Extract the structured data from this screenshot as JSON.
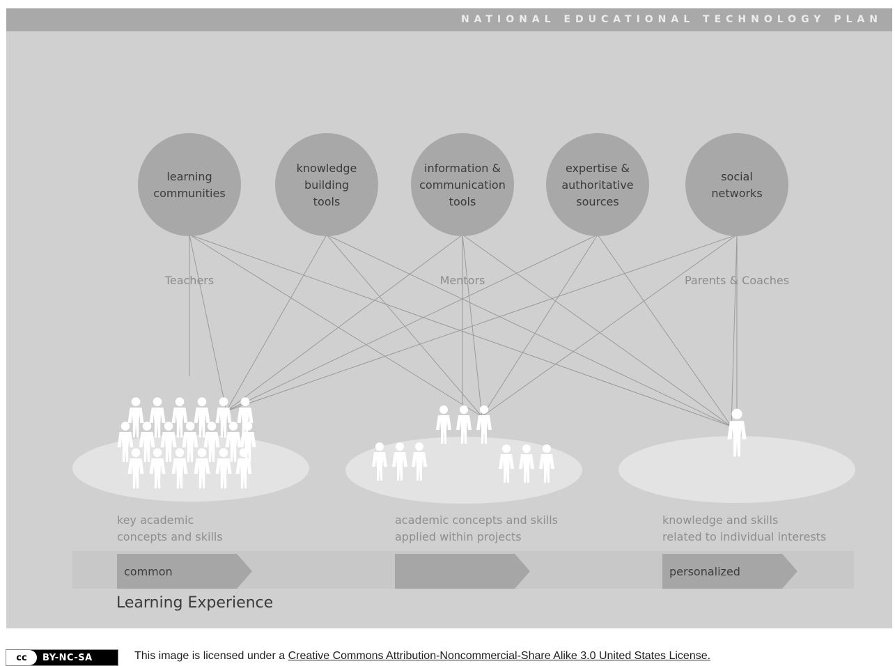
{
  "header": {
    "title": "NATIONAL EDUCATIONAL TECHNOLOGY PLAN"
  },
  "resources": [
    {
      "lines": [
        "learning",
        "communities"
      ]
    },
    {
      "lines": [
        "knowledge",
        "building",
        "tools"
      ]
    },
    {
      "lines": [
        "information &",
        "communication",
        "tools"
      ]
    },
    {
      "lines": [
        "expertise &",
        "authoritative",
        "sources"
      ]
    },
    {
      "lines": [
        "social",
        "networks"
      ]
    }
  ],
  "roles": [
    "Teachers",
    "Mentors",
    "Parents & Coaches"
  ],
  "experiences": [
    {
      "lines": [
        "key academic",
        "concepts and skills"
      ],
      "arrow_label": "common"
    },
    {
      "lines": [
        "academic concepts and skills",
        "applied within projects"
      ],
      "arrow_label": ""
    },
    {
      "lines": [
        "knowledge and skills",
        "related to individual interests"
      ],
      "arrow_label": "personalized"
    }
  ],
  "axis_label": "Learning Experience",
  "footer": {
    "cc_mark": "cc",
    "badge": "BY-NC-SA",
    "license_prefix": "This image is licensed under a ",
    "license_link": "Creative Commons Attribution-Noncommercial-Share Alike 3.0 United States License."
  }
}
